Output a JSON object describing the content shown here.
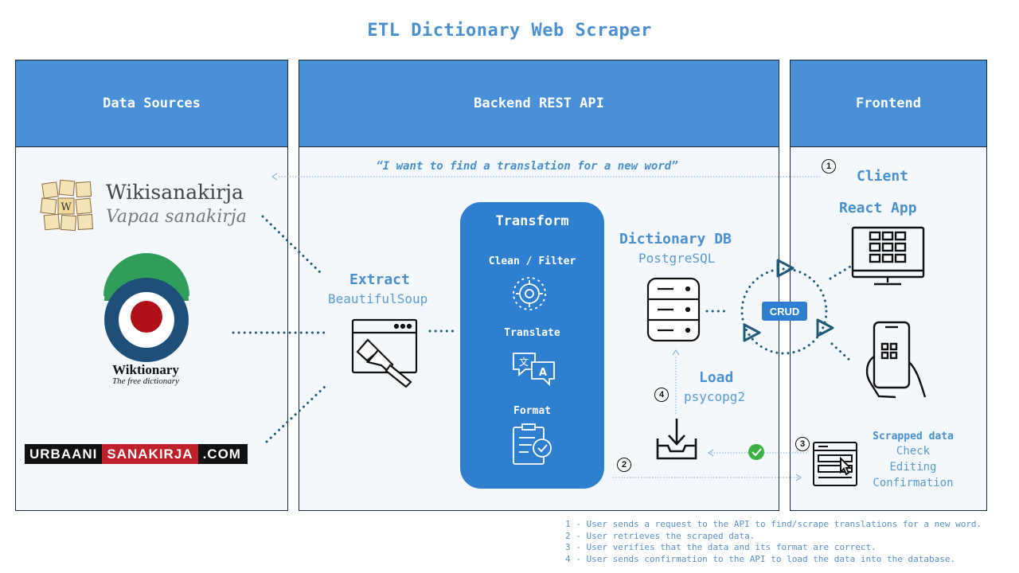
{
  "title": "ETL Dictionary Web Scraper",
  "panels": {
    "sources": "Data Sources",
    "backend": "Backend REST API",
    "frontend": "Frontend"
  },
  "request_text": "“I want to find a translation for a new word”",
  "sources": {
    "wikisanakirja": {
      "name": "Wikisanakirja",
      "tagline": "Vapaa sanakirja"
    },
    "wiktionary": {
      "name": "Wiktionary",
      "tagline": "The free dictionary"
    },
    "urbaani": {
      "part1": "URBAANI",
      "part2": "SANAKIRJA",
      "part3": ".COM"
    }
  },
  "extract": {
    "label": "Extract",
    "tool": "BeautifulSoup"
  },
  "transform": {
    "title": "Transform",
    "steps": [
      "Clean / Filter",
      "Translate",
      "Format"
    ]
  },
  "db": {
    "label": "Dictionary DB",
    "tech": "PostgreSQL"
  },
  "load": {
    "label": "Load",
    "tool": "psycopg2"
  },
  "crud": "CRUD",
  "client": {
    "label": "Client",
    "app": "React App"
  },
  "scrapped": {
    "title": "Scrapped data",
    "lines": [
      "Check",
      "Editing",
      "Confirmation"
    ]
  },
  "steps_numbers": [
    "1",
    "2",
    "3",
    "4"
  ],
  "notes": [
    "1 - User sends a request to the API to find/scrape translations for a new word.",
    "2 - User retrieves the scraped data.",
    "3 - User verifies that the data and its format are correct.",
    "4 - User sends confirmation to the API to load the data into the database."
  ],
  "colors": {
    "header": "#4a90d8",
    "transform": "#2f7fd0",
    "dots": "#1f5a78",
    "label": "#4a8fcf",
    "check": "#3cb043"
  }
}
